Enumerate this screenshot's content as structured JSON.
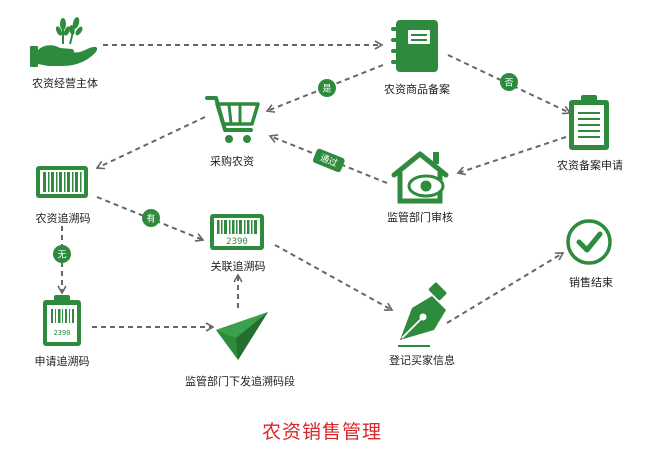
{
  "nodes": {
    "farmer": "农资经营主体",
    "product_record": "农资商品备案",
    "purchase": "采购农资",
    "record_apply": "农资备案申请",
    "trace_code": "农资追溯码",
    "review": "监管部门审核",
    "link_code": "关联追溯码",
    "sale_end": "销售结束",
    "apply_code": "申请追溯码",
    "issue_segment": "监管部门下发追溯码段",
    "buyer_info": "登记买家信息"
  },
  "edges": {
    "yes": "是",
    "no": "否",
    "passed": "通过",
    "has": "有",
    "none": "无"
  },
  "barcode": {
    "link_number": "2390",
    "apply_number": "2390"
  },
  "title": "农资销售管理",
  "colors": {
    "green": "#2e8b3e",
    "arrow": "#666666",
    "title": "#d9262b"
  }
}
